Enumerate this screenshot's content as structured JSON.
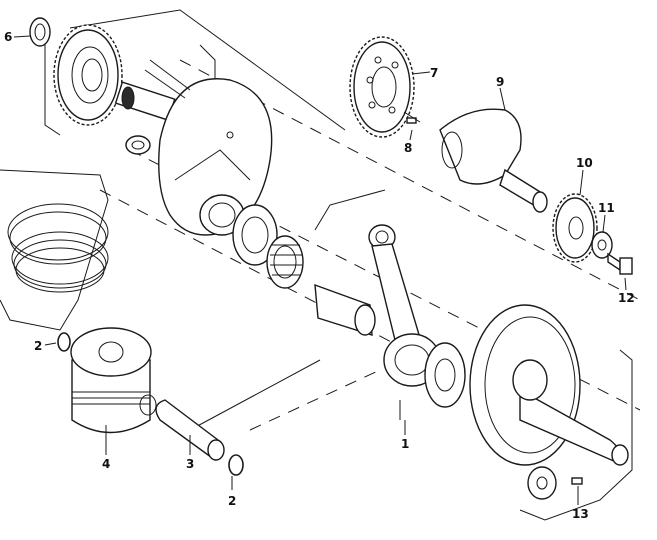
{
  "labels": {
    "l1": "1",
    "l2a": "2",
    "l2b": "2",
    "l3": "3",
    "l4": "4",
    "l6": "6",
    "l7": "7",
    "l8": "8",
    "l9": "9",
    "l10": "10",
    "l11": "11",
    "l12": "12",
    "l13": "13"
  }
}
